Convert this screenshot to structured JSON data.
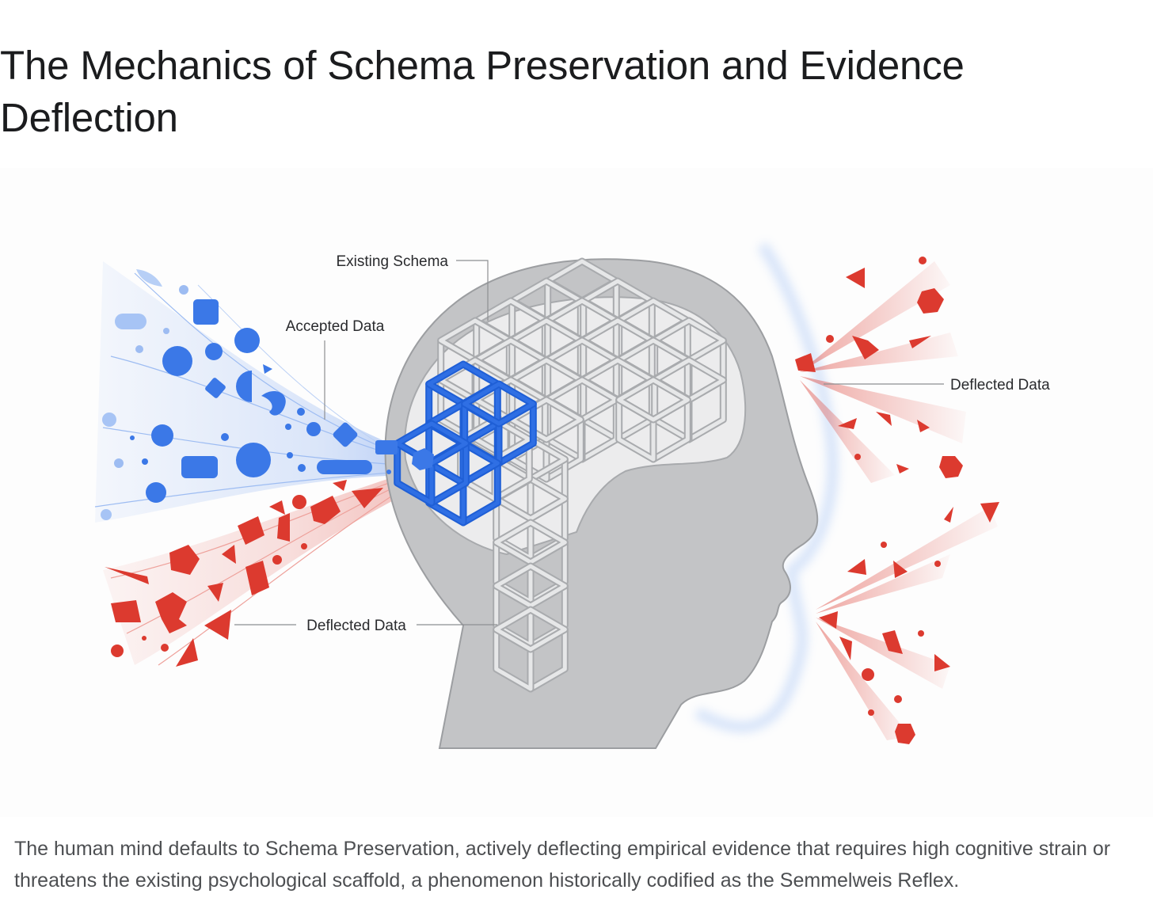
{
  "title": "The Mechanics of Schema Preservation and Evidence Deflection",
  "diagram": {
    "labels": {
      "existing_schema": "Existing Schema",
      "accepted_data": "Accepted Data",
      "deflected_left": "Deflected Data",
      "deflected_right": "Deflected Data"
    },
    "colors": {
      "accepted": "#3b78e7",
      "deflected": "#dc3a2f",
      "head": "#c3c4c6",
      "schema": "#2f6fe4",
      "lattice": "#e6e7e8"
    }
  },
  "caption": "The human mind defaults to Schema Preservation, actively deflecting empirical evidence that requires high cognitive strain or threatens the existing psychological scaffold, a phenomenon historically codified as the Semmelweis Reflex."
}
